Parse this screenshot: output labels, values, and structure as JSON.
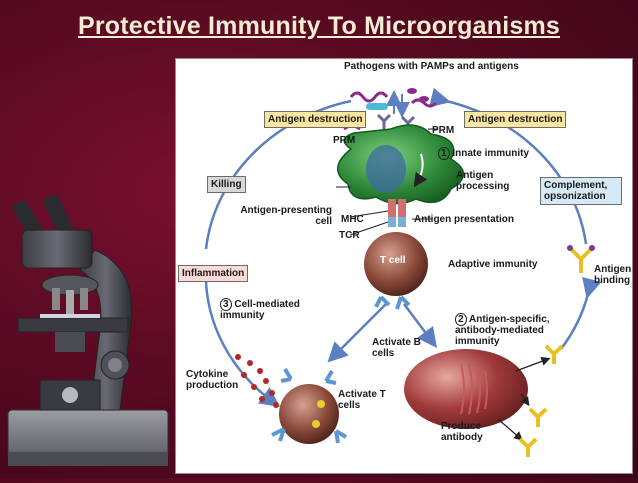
{
  "title": "Protective Immunity To Microorganisms",
  "diagram": {
    "pathogens": "Pathogens with PAMPs and antigens",
    "antigen_destruction_left": "Antigen destruction",
    "antigen_destruction_right": "Antigen destruction",
    "prm_left": "PRM",
    "prm_right": "PRM",
    "step1_number": "1",
    "innate_immunity": "Innate immunity",
    "antigen_processing": "Antigen processing",
    "killing": "Killing",
    "complement": "Complement, opsonization",
    "antigen_presenting_cell": "Antigen-presenting cell",
    "mhc": "MHC",
    "tcr": "TCR",
    "antigen_presentation": "Antigen presentation",
    "t_cell": "T cell",
    "adaptive_immunity": "Adaptive immunity",
    "inflammation": "Inflammation",
    "antigen_binding": "Antigen binding",
    "step3_number": "3",
    "cell_mediated_immunity": "Cell-mediated immunity",
    "step2_number": "2",
    "antibody_mediated_immunity": "Antigen-specific, antibody-mediated immunity",
    "activate_b_cells": "Activate B cells",
    "cytokine_production": "Cytokine production",
    "activate_t_cells": "Activate T cells",
    "produce_antibody": "Produce antibody"
  },
  "colors": {
    "background": "#5a0a22",
    "title": "#f3ecd2",
    "cycle_arrow": "#5b7fc0",
    "apc_green": "#2f8a3a",
    "cell_brown": "#8a4a3a",
    "antibody_yellow": "#e8c020"
  }
}
